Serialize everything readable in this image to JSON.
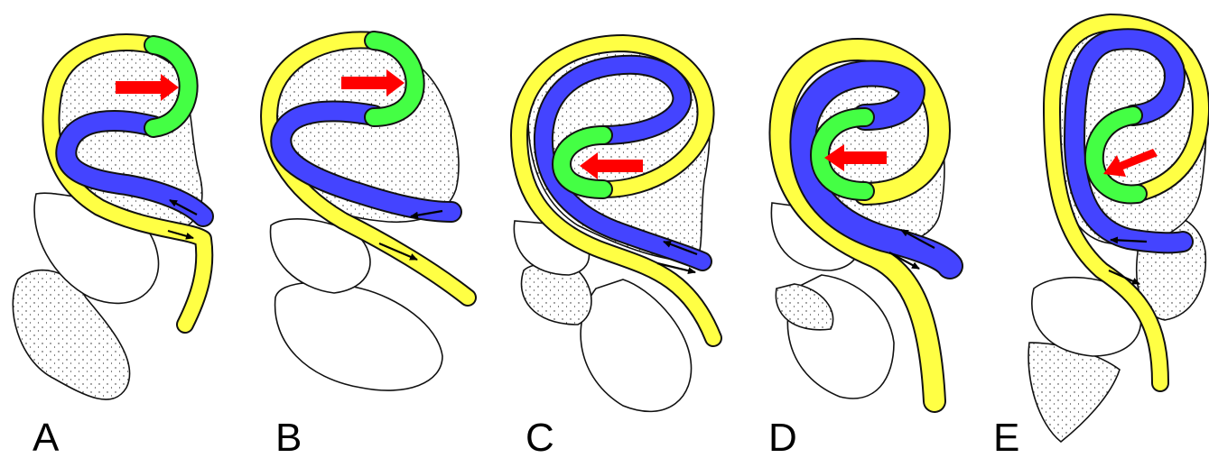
{
  "panels": [
    {
      "label": "A"
    },
    {
      "label": "B"
    },
    {
      "label": "C"
    },
    {
      "label": "D"
    },
    {
      "label": "E"
    }
  ],
  "colors": {
    "yellow": "#ffff44",
    "blue": "#4444ff",
    "green": "#44ff44",
    "red": "#ff0000",
    "outline": "#111111"
  }
}
